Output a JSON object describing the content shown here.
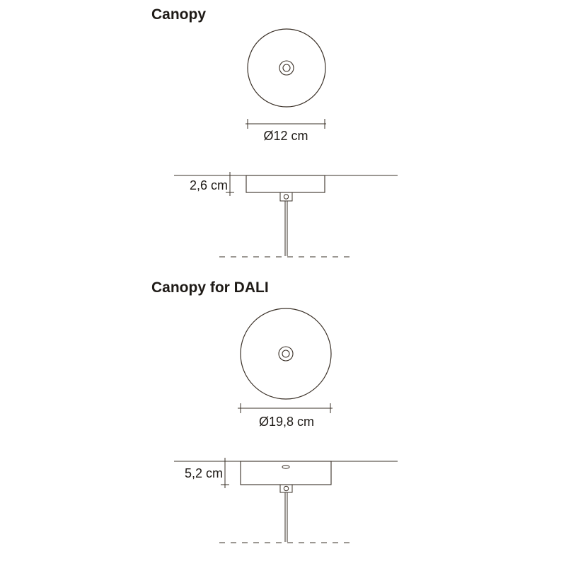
{
  "sections": [
    {
      "title": "Canopy",
      "diameter_label": "Ø12 cm",
      "height_label": "2,6 cm"
    },
    {
      "title": "Canopy for DALI",
      "diameter_label": "Ø19,8 cm",
      "height_label": "5,2 cm"
    }
  ],
  "colors": {
    "line": "#3a3027",
    "text": "#1e1a16",
    "background": "#ffffff"
  }
}
